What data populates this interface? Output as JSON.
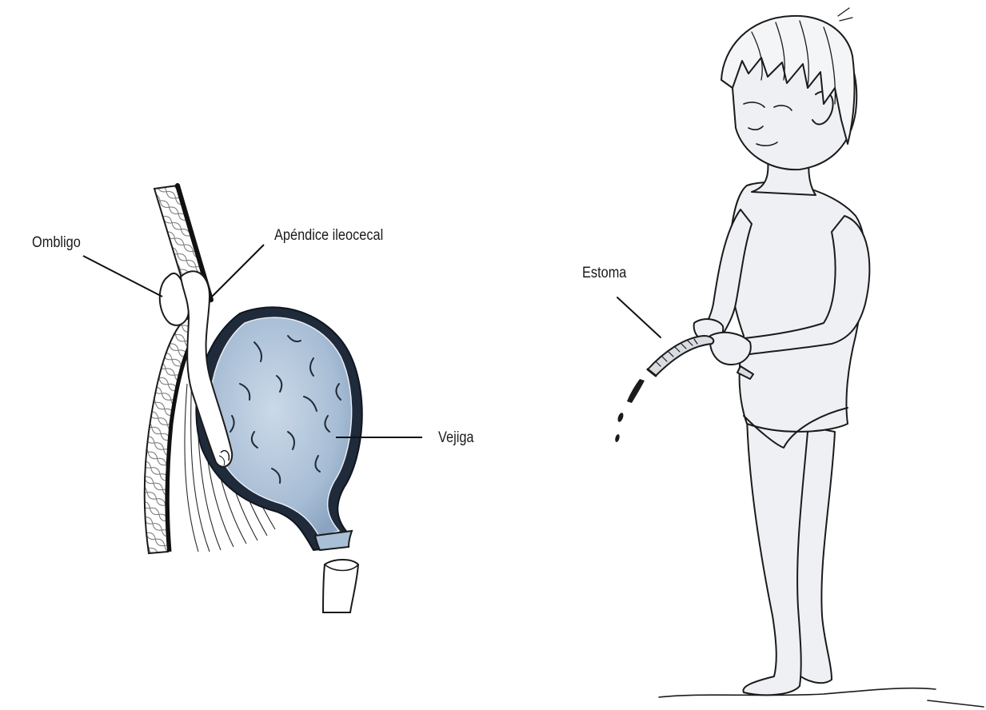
{
  "labels": {
    "ombligo": "Ombligo",
    "apendice": "Apéndice ileocecal",
    "vejiga": "Vejiga",
    "estoma": "Estoma"
  },
  "colors": {
    "bladder_fill": "#a9bfd6",
    "bladder_inner": "#c5d5e6",
    "bladder_dark": "#1f2a3a",
    "skin_fill": "#eef0f3",
    "line": "#1b1b1b",
    "background": "#ffffff"
  }
}
